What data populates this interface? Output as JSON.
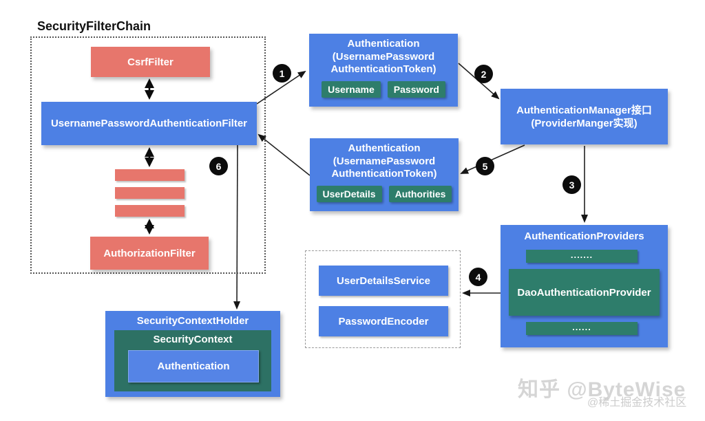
{
  "title": "SecurityFilterChain",
  "filter_chain": {
    "csrf": "CsrfFilter",
    "upaf": "UsernamePasswordAuthenticationFilter",
    "authorization": "AuthorizationFilter"
  },
  "auth_token_request": {
    "line1": "Authentication",
    "line2": "(UsernamePassword",
    "line3": "AuthenticationToken)",
    "fields": [
      "Username",
      "Password"
    ]
  },
  "auth_manager": {
    "line1": "AuthenticationManager接口",
    "line2": "(ProviderManger实现)"
  },
  "auth_token_result": {
    "line1": "Authentication",
    "line2": "(UsernamePassword",
    "line3": "AuthenticationToken)",
    "fields": [
      "UserDetails",
      "Authorities"
    ]
  },
  "providers": {
    "title": "AuthenticationProviders",
    "ellipsis_top": ".......",
    "dao": "DaoAuthenticationProvider",
    "ellipsis_bottom": "......"
  },
  "services": {
    "user_details_service": "UserDetailsService",
    "password_encoder": "PasswordEncoder"
  },
  "context_holder": {
    "title": "SecurityContextHolder",
    "context": "SecurityContext",
    "authentication": "Authentication"
  },
  "steps": [
    "1",
    "2",
    "3",
    "4",
    "5",
    "6"
  ],
  "watermark": {
    "main": "知乎 @ByteWise",
    "sub": "@稀土掘金技术社区"
  },
  "colors": {
    "blue": "#4d80e4",
    "red": "#e7766c",
    "teal": "#2e7d6b",
    "dark_teal": "#2d7164"
  }
}
